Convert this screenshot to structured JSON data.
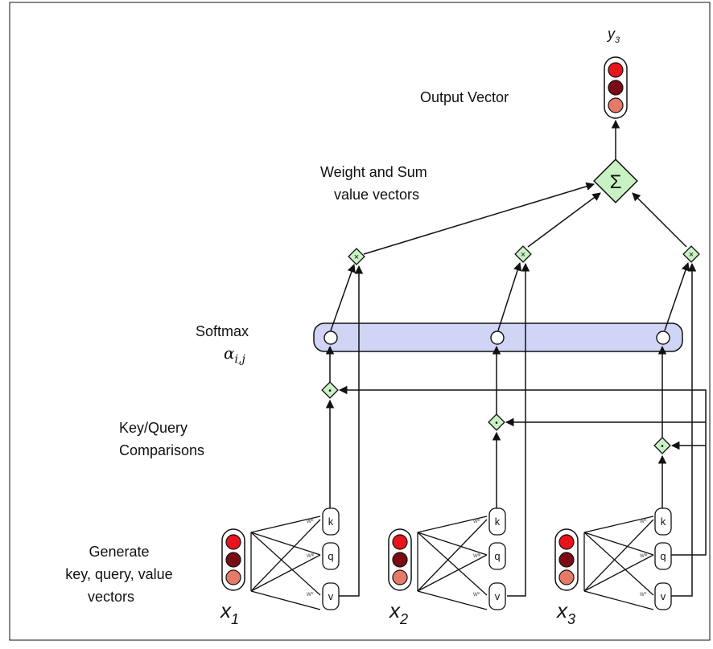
{
  "labels": {
    "output_var": "y",
    "output_sub": "3",
    "output_vector": "Output Vector",
    "weight_sum_1": "Weight and Sum",
    "weight_sum_2": "value vectors",
    "softmax": "Softmax",
    "alpha": "α",
    "alpha_sub": "i,j",
    "keyquery_1": "Key/Query",
    "keyquery_2": "Comparisons",
    "generate_1": "Generate",
    "generate_2": "key, query, value",
    "generate_3": "vectors",
    "sigma": "Σ",
    "times": "×",
    "dot": "•"
  },
  "inputs": [
    {
      "name": "x",
      "sub": "1"
    },
    {
      "name": "x",
      "sub": "2"
    },
    {
      "name": "x",
      "sub": "3"
    }
  ],
  "weights": {
    "k": "wᵏ",
    "q": "wᵠ",
    "v": "wᵛ"
  },
  "vectors": {
    "k": "k",
    "q": "q",
    "v": "v"
  },
  "colors": {
    "cell_top": "#e8141c",
    "cell_mid": "#7a0a14",
    "cell_bottom": "#e57a68",
    "node_green": "#c9f2c4",
    "softmax_fill": "#d0d4f5",
    "stroke": "#111111"
  }
}
